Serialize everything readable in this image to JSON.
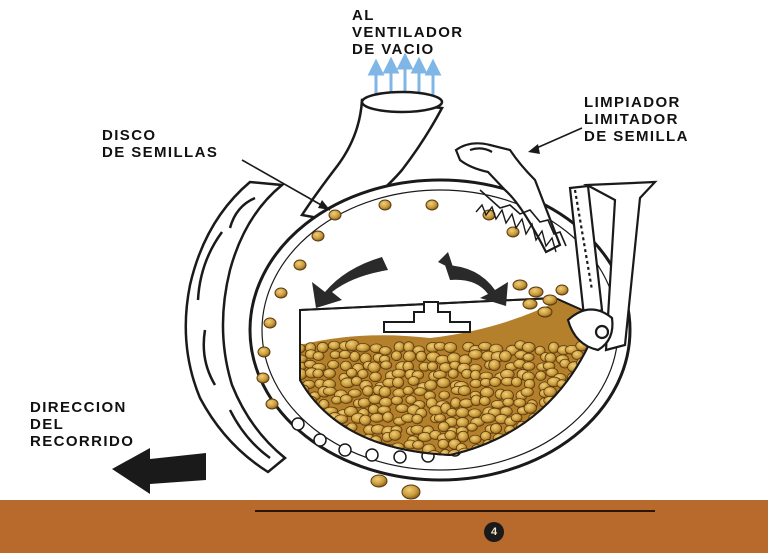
{
  "labels": {
    "vacuum_fan": [
      "AL",
      "VENTILADOR",
      "DE VACIO"
    ],
    "seed_disc": [
      "DISCO",
      "DE SEMILLAS"
    ],
    "cleaner": [
      "LIMPIADOR",
      "LIMITADOR",
      "DE SEMILLA"
    ],
    "direction": [
      "DIRECCION",
      "DEL",
      "RECORRIDO"
    ]
  },
  "footer": {
    "badge": "4"
  },
  "colors": {
    "background": "#ffffff",
    "outline": "#1a1a1a",
    "seed": "#c99a3a",
    "seed_dark": "#7a5418",
    "air_arrows": "#7fb6e6",
    "footer": "#b8692c"
  },
  "icons": [
    "air-flow-arrows",
    "rotation-arrow",
    "direction-arrow"
  ]
}
